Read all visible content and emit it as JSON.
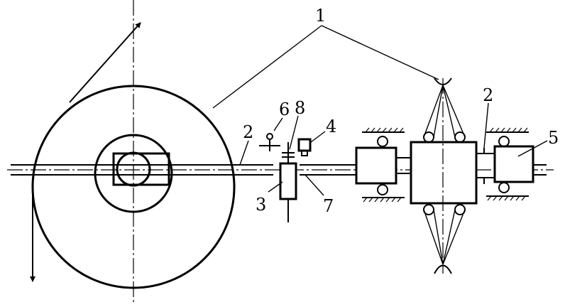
{
  "callouts": {
    "c1": "1",
    "c2_left": "2",
    "c2_right": "2",
    "c3": "3",
    "c4": "4",
    "c5": "5",
    "c6": "6",
    "c7": "7",
    "c8": "8"
  }
}
